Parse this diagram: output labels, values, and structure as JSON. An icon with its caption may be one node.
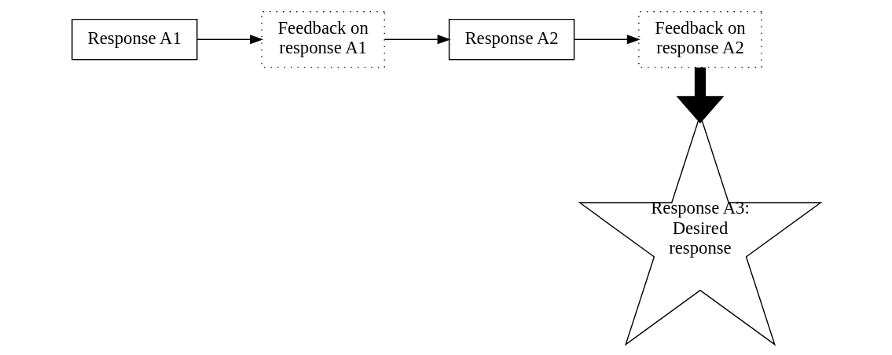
{
  "diagram": {
    "nodes": [
      {
        "text": [
          "Response A1"
        ]
      },
      {
        "text": [
          "Feedback on response A1"
        ]
      },
      {
        "text": [
          "Response A2"
        ]
      },
      {
        "text": [
          "Feedback on response A2"
        ]
      },
      {
        "text": [
          "Response A3: Desired response"
        ]
      }
    ],
    "edges": [
      {
        "from": 0,
        "to": 1,
        "arrow": "to"
      },
      {
        "from": 1,
        "to": 2,
        "arrow": "to"
      },
      {
        "from": 2,
        "to": 3,
        "arrow": "to"
      },
      {
        "from": 3,
        "to": 4,
        "arrow": "to",
        "style": "thick"
      }
    ]
  }
}
